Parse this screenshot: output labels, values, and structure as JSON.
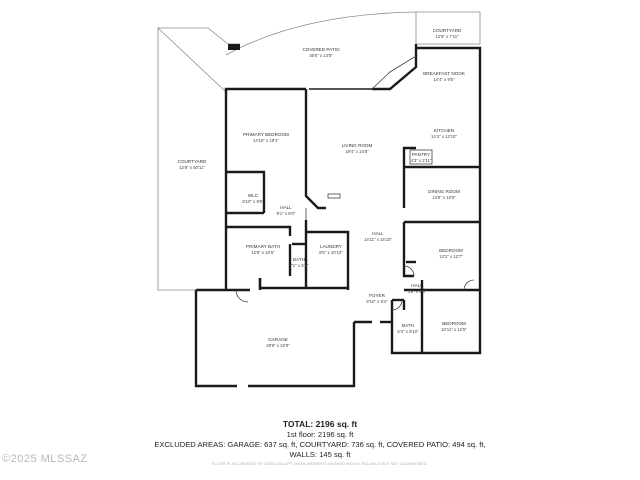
{
  "rooms": [
    {
      "name": "COVERED PATIO",
      "dims": "36'6\" x 14'8\""
    },
    {
      "name": "COURTYARD",
      "dims": "12'8\" x 7'11\""
    },
    {
      "name": "BREAKFAST NOOK",
      "dims": "14'4\" x 9'5\""
    },
    {
      "name": "KITCHEN",
      "dims": "14'4\" x 12'10\""
    },
    {
      "name": "PANTRY",
      "dims": "4'3\" x 2'11\""
    },
    {
      "name": "LIVING ROOM",
      "dims": "19'4\" x 24'8\""
    },
    {
      "name": "PRIMARY BEDROOM",
      "dims": "14'10\" x 19'1\""
    },
    {
      "name": "COURTYARD",
      "dims": "12'8\" x 50'11\""
    },
    {
      "name": "DINING ROOM",
      "dims": "13'8\" x 10'5\""
    },
    {
      "name": "WLC",
      "dims": "8'10\" x 9'6\""
    },
    {
      "name": "HALL",
      "dims": "9'1\" x 8'0\""
    },
    {
      "name": "HALL",
      "dims": "14'11\" x 15'10\""
    },
    {
      "name": "PRIMARY BATH",
      "dims": "12'8\" x 10'6\""
    },
    {
      "name": "LAUNDRY",
      "dims": "8'0\" x 10'10\""
    },
    {
      "name": "BATH",
      "dims": "7'1\" x 5'3\""
    },
    {
      "name": "BEDROOM",
      "dims": "12'1\" x 12'7\""
    },
    {
      "name": "HALL",
      "dims": "3'6\" x 4'6\""
    },
    {
      "name": "FOYER",
      "dims": "9'10\" x 8'4\""
    },
    {
      "name": "BATH",
      "dims": "5'3\" x 9'10\""
    },
    {
      "name": "BEDROOM",
      "dims": "10'11\" x 12'5\""
    },
    {
      "name": "GARAGE",
      "dims": "29'9\" x 22'9\""
    }
  ],
  "summary": {
    "total": "TOTAL: 2196 sq. ft",
    "floor": "1st floor: 2196 sq. ft",
    "excluded": "EXCLUDED AREAS: GARAGE: 637 sq. ft, COURTYARD: 736 sq. ft, COVERED PATIO: 494 sq. ft,",
    "walls": "WALLS: 145 sq. ft"
  },
  "credit": "FLOOR PLAN CREATED BY CUBICASA APP. MEASUREMENTS DEEMED HIGHLY RELIABLE BUT NOT GUARANTEED.",
  "watermark": "©2025 MLSSAZ",
  "colors": {
    "wall": "#1a1a1a",
    "thin": "#777777",
    "text": "#333333",
    "watermark": "#b8b8b8"
  }
}
